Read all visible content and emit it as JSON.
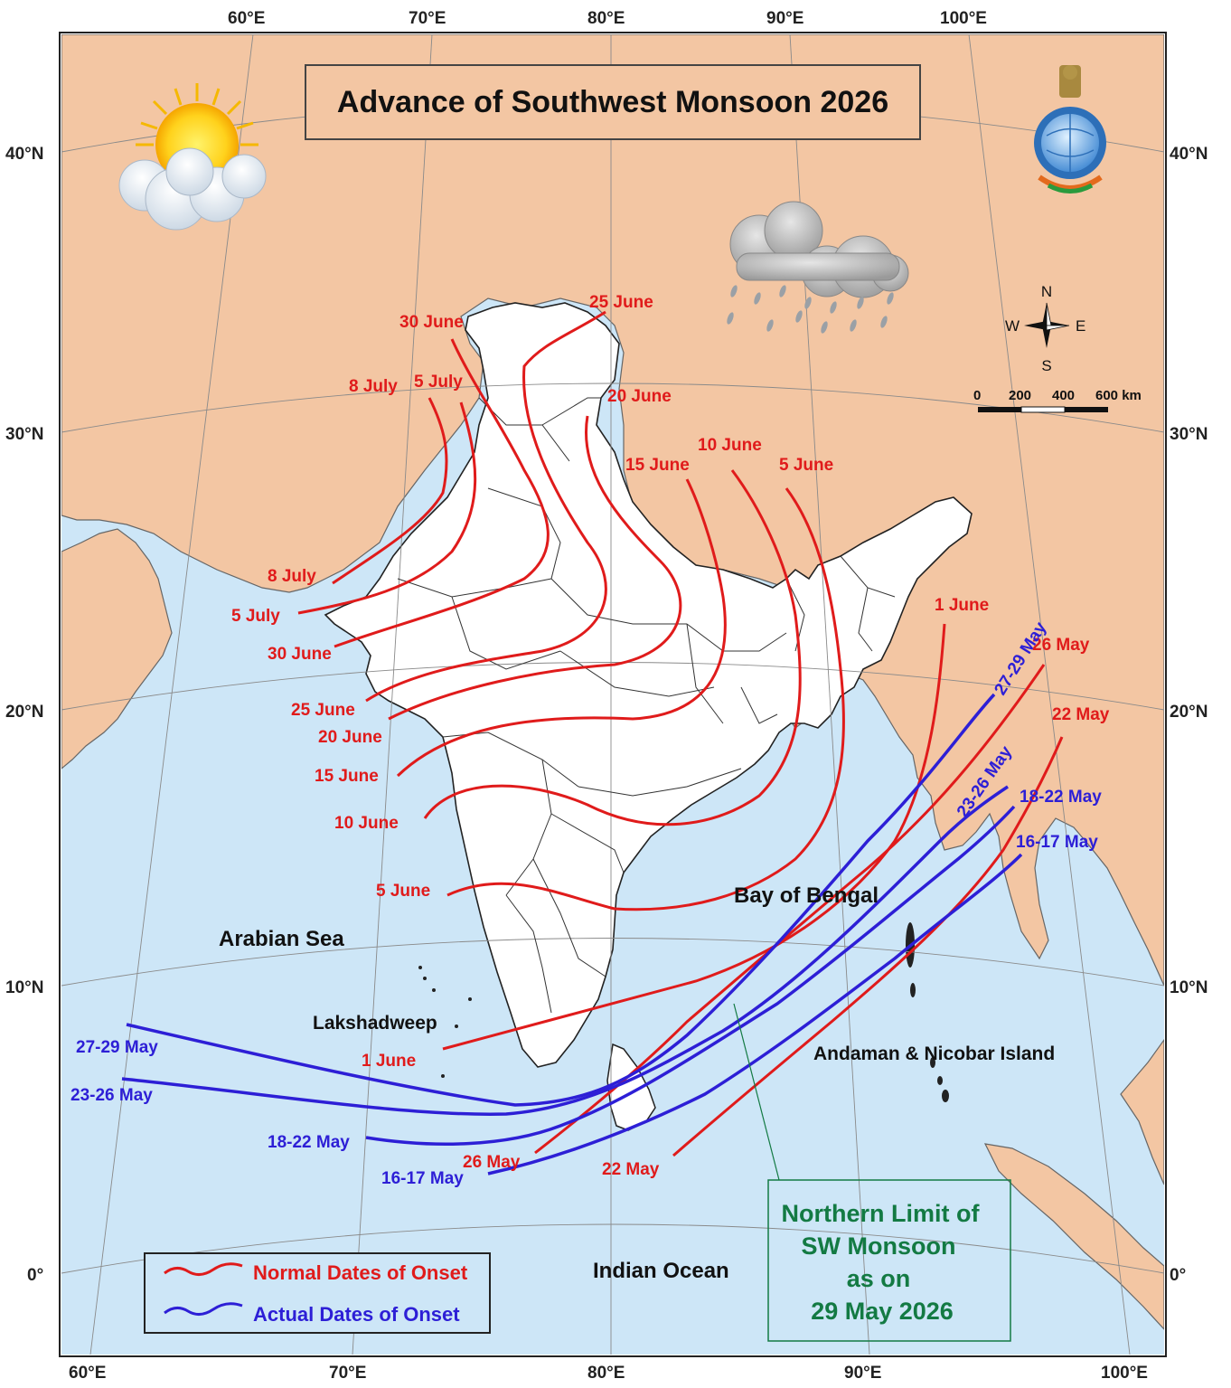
{
  "title": "Advance of Southwest Monsoon 2026",
  "colors": {
    "land": "#f3c6a3",
    "sea": "#cde6f7",
    "normal_line": "#e01b1b",
    "actual_line": "#2d1fd6",
    "northern_limit_text": "#137a43"
  },
  "icons": [
    "sun-cloud-icon",
    "rain-cloud-icon",
    "imd-emblem-icon",
    "compass-rose-icon"
  ],
  "longitude_labels_top": [
    "60°E",
    "70°E",
    "80°E",
    "90°E",
    "100°E"
  ],
  "longitude_labels_bottom": [
    "60°E",
    "70°E",
    "80°E",
    "90°E",
    "100°E"
  ],
  "latitude_labels": [
    "40°N",
    "30°N",
    "20°N",
    "10°N",
    "0°"
  ],
  "regions": {
    "arabian_sea": "Arabian Sea",
    "bay_of_bengal": "Bay of Bengal",
    "lakshadweep": "Lakshadweep",
    "andaman_nicobar": "Andaman & Nicobar Island",
    "indian_ocean": "Indian Ocean"
  },
  "compass": {
    "n": "N",
    "s": "S",
    "e": "E",
    "w": "W"
  },
  "scale": {
    "t0": "0",
    "t1": "200",
    "t2": "400",
    "t3": "600 km"
  },
  "normal_onset_labels": [
    "25 June",
    "30 June",
    "8 July",
    "5 July",
    "20 June",
    "15 June",
    "10 June",
    "5 June",
    "8 July",
    "5 July",
    "30 June",
    "25 June",
    "20 June",
    "15 June",
    "10 June",
    "5 June",
    "1 June",
    "26 May",
    "22 May",
    "1 June",
    "26 May",
    "22 May"
  ],
  "actual_onset_labels": [
    "27-29 May",
    "23-26 May",
    "18-22 May",
    "16-17 May",
    "27-29 May",
    "23-26 May",
    "18-22 May",
    "16-17 May"
  ],
  "northern_limit": {
    "line1": "Northern Limit of",
    "line2": "SW Monsoon",
    "line3": "as on",
    "line4": "29 May 2026"
  },
  "legend": {
    "normal": "Normal Dates of Onset",
    "actual": "Actual Dates of Onset"
  }
}
